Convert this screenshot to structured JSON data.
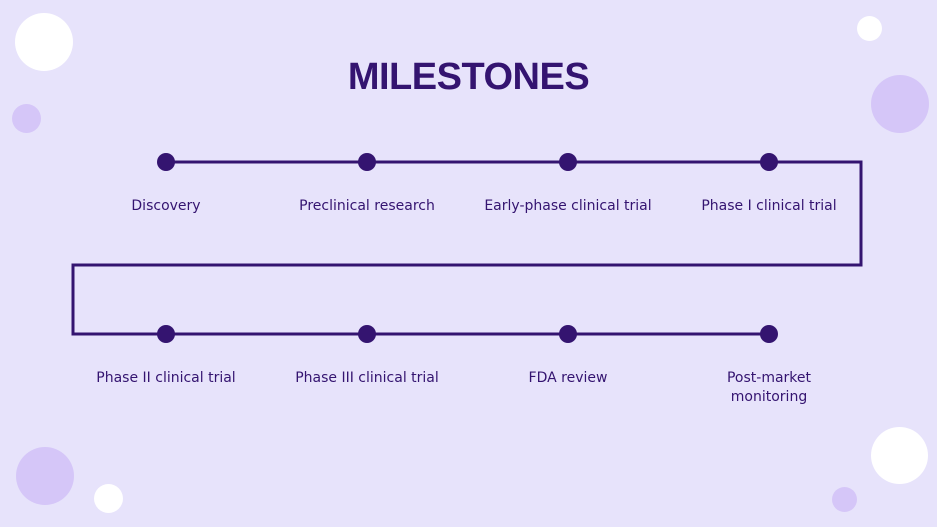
{
  "title": "MILESTONES",
  "colors": {
    "background": "#e7e3fb",
    "accent": "#341470",
    "deco_white": "#ffffff",
    "deco_lavender": "#d5c6f8"
  },
  "milestones": [
    {
      "label": "Discovery"
    },
    {
      "label": "Preclinical research"
    },
    {
      "label": "Early-phase clinical trial"
    },
    {
      "label": "Phase I clinical trial"
    },
    {
      "label": "Phase II clinical trial"
    },
    {
      "label": "Phase III clinical trial"
    },
    {
      "label": "FDA review"
    },
    {
      "label": "Post-market monitoring"
    }
  ]
}
